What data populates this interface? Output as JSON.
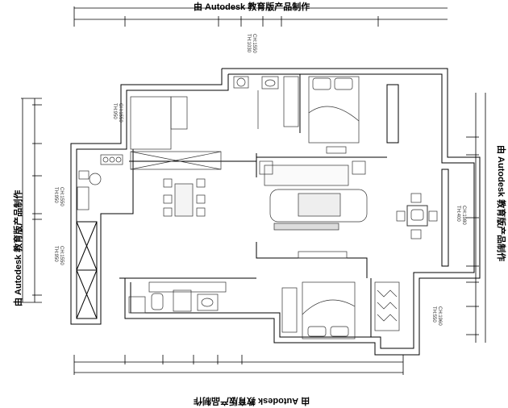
{
  "watermark": {
    "text": "由 Autodesk 教育版产品制作"
  },
  "rooms": [
    {
      "ch": "CH:1550",
      "th": "TH:1030"
    },
    {
      "ch": "CH:1550",
      "th": "TH:950"
    },
    {
      "ch": "CH:1550",
      "th": "TH:950"
    },
    {
      "ch": "CH:1550",
      "th": "TH:950"
    },
    {
      "ch": "CH:1980",
      "th": "TH:400"
    },
    {
      "ch": "CH:1960",
      "th": "TH:550"
    }
  ]
}
